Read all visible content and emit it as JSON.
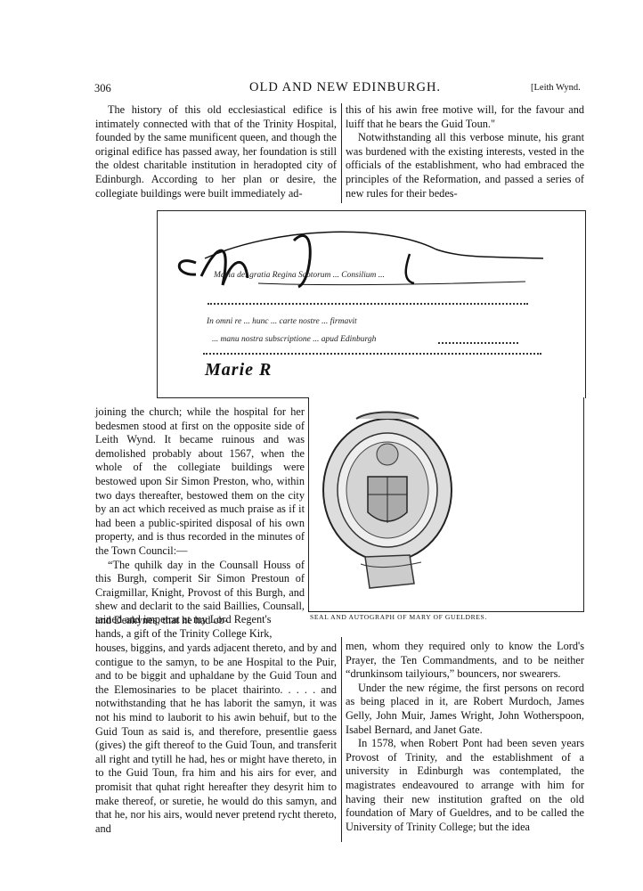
{
  "header": {
    "page_number": "306",
    "title": "OLD AND NEW EDINBURGH.",
    "section": "[Leith Wynd."
  },
  "left_top": [
    "The history of this old ecclesiastical edifice is intimately connected with that of the Trinity Hospital, founded by the same munificent queen, and though the original edifice has passed away, her foundation is still the oldest charitable institution in heradopted city of Edinburgh.  According to her plan or desire, the collegiate buildings were built immediately ad-"
  ],
  "right_top": [
    "this of his awin free motive will, for the favour and luiff that he bears the Guid Toun.\"",
    "Notwithstanding all this verbose minute, his grant was burdened with the existing interests, vested in the officials of the establishment, who had embraced the principles of the Reformation, and passed a series of new rules for their bedes-"
  ],
  "left_middle": [
    "joining the church; while the hospital for her bedesmen stood at first on the opposite side of Leith Wynd.  It became ruinous and was demolished probably about 1567, when the whole of the collegiate buildings were bestowed upon Sir Simon Preston, who, within two days thereafter, bestowed them on the city by an act which received as much praise as if it had been a public-spirited disposal of his own property, and is thus recorded in the minutes of the Town Council:—",
    "“The quhilk day in the Counsall Houss of this Burgh, comperit Sir Simon Prestoun of Craigmillar, Knight, Provost of this Burgh, and shew and declarit to the said Baillies, Counsall, and Deakynes, that he had ob-"
  ],
  "left_bottom_lines": [
    "tained and impetrat at my Lord Regent's",
    "hands, a gift of the Trinity College Kirk,"
  ],
  "left_bottom": [
    "houses, biggins, and yards adjacent thereto, and by and contigue to the samyn, to be ane Hospital to the Puir, and to be biggit and uphaldane by the Guid Toun and the Elemosinaries to be placet thairinto.  .  .  .  .  and notwithstanding that he has laborit the samyn, it was not his mind to lauborit to his awin behuif, but to the Guid Toun as said is, and therefore, presentlie gaess (gives) the gift thereof to the Guid Toun, and transferit all right and tytill he had, hes or might have thereto, in to the Guid Toun, fra him and his airs for ever, and promisit that quhat right hereafter they desyrit him to make thereof, or suretie, he would do this samyn, and that he, nor his airs, would never pretend rycht thereto, and"
  ],
  "right_bottom": [
    "men, whom they required only to know the Lord's Prayer, the Ten Commandments, and to be neither “drunkinsom tailyiours,” bouncers, nor swearers.",
    "Under the new régime, the first persons on record as being placed in it, are Robert Murdoch, James Gelly, John Muir, James Wright, John Wotherspoon, Isabel Bernard, and Janet Gate.",
    "In 1578, when Robert Pont had been seven years Provost of Trinity, and the establishment of a university in Edinburgh was contemplated, the magistrates endeavoured to arrange with him for having their new institution grafted on the old foundation of Mary of Gueldres, and to be called the University of Trinity College; but the idea"
  ],
  "figure": {
    "caption": "SEAL AND AUTOGRAPH OF MARY OF GUELDRES.",
    "script_line1": "Maria dei gratia Regina Scotorum ... Consilium ... ",
    "script_line2": "In omni re ... hunc ... carte nostre ... firmavit",
    "script_line3": "... manu nostra subscriptione ... apud Edinburgh",
    "signature": "Marie R"
  }
}
